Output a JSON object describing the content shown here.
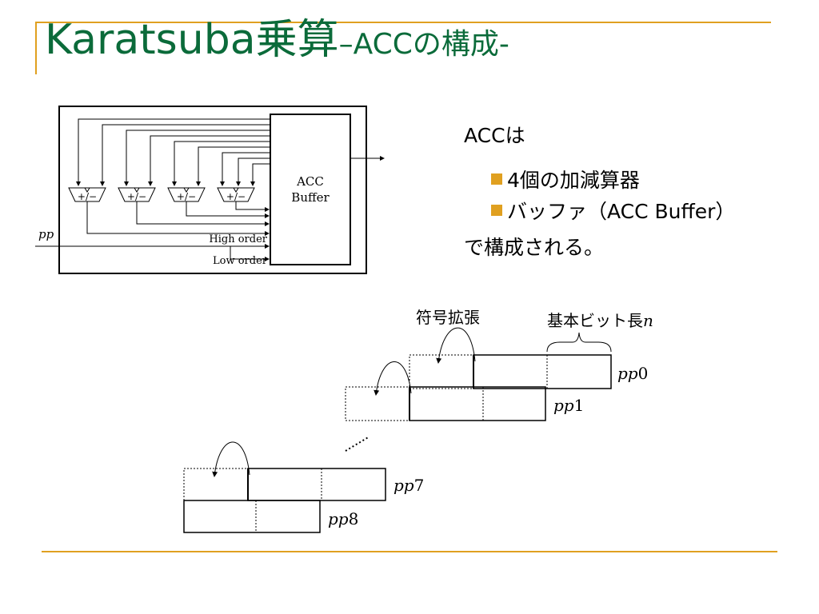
{
  "title": {
    "main": "Karatsuba乗算",
    "sub": "–ACCの構成-"
  },
  "circuit": {
    "adder_label": "+/−",
    "acc_buffer_line1": "ACC",
    "acc_buffer_line2": "Buffer",
    "pp_label": "pp",
    "high_order_label": "High order",
    "low_order_label": "Low order"
  },
  "text": {
    "intro": "ACCは",
    "bullet1": "4個の加減算器",
    "bullet2": "バッファ（ACC Buffer）",
    "outro": "で構成される。"
  },
  "diagram": {
    "sign_ext_label": "符号拡張",
    "basic_bit_label": "基本ビット長",
    "n_symbol": "n",
    "pp_prefix": "pp",
    "pp0_index": "0",
    "pp1_index": "1",
    "pp7_index": "7",
    "pp8_index": "8"
  },
  "colors": {
    "title": "#0b6b3a",
    "accent": "#e0a020"
  }
}
